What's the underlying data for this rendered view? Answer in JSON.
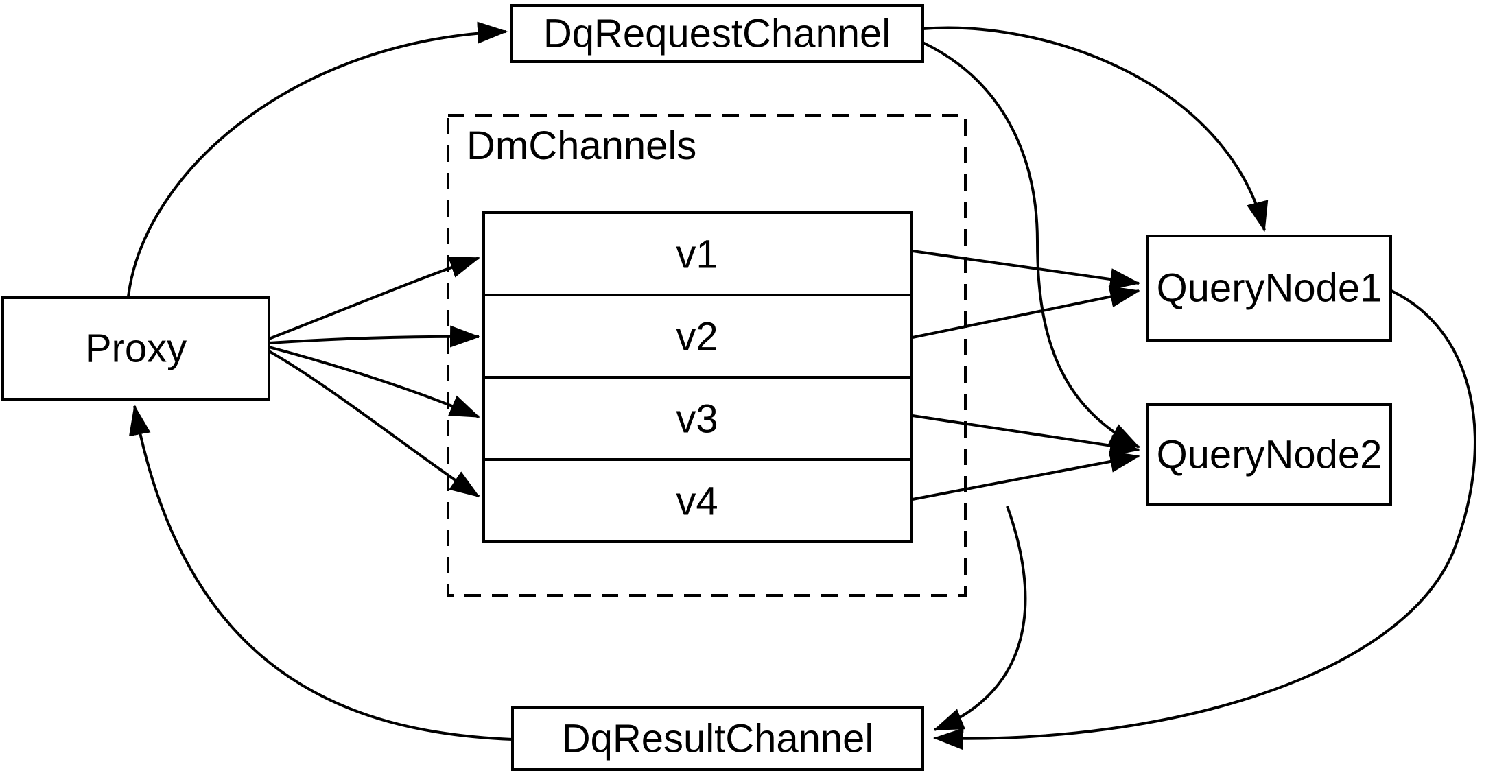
{
  "diagram": {
    "background_color": "#ffffff",
    "stroke_color": "#000000",
    "nodes": {
      "proxy": {
        "label": "Proxy"
      },
      "dq_request_channel": {
        "label": "DqRequestChannel"
      },
      "dm_channels": {
        "label": "DmChannels",
        "channels": [
          {
            "label": "v1"
          },
          {
            "label": "v2"
          },
          {
            "label": "v3"
          },
          {
            "label": "v4"
          }
        ]
      },
      "query_node_1": {
        "label": "QueryNode1"
      },
      "query_node_2": {
        "label": "QueryNode2"
      },
      "dq_result_channel": {
        "label": "DqResultChannel"
      }
    },
    "edges": [
      {
        "from": "Proxy",
        "to": "DqRequestChannel"
      },
      {
        "from": "Proxy",
        "to": "v1"
      },
      {
        "from": "Proxy",
        "to": "v2"
      },
      {
        "from": "Proxy",
        "to": "v3"
      },
      {
        "from": "Proxy",
        "to": "v4"
      },
      {
        "from": "DqRequestChannel",
        "to": "QueryNode1"
      },
      {
        "from": "DqRequestChannel",
        "to": "QueryNode2"
      },
      {
        "from": "v1",
        "to": "QueryNode1"
      },
      {
        "from": "v2",
        "to": "QueryNode1"
      },
      {
        "from": "v3",
        "to": "QueryNode2"
      },
      {
        "from": "v4",
        "to": "QueryNode2"
      },
      {
        "from": "QueryNode1",
        "to": "DqResultChannel"
      },
      {
        "from": "QueryNode2",
        "to": "DqResultChannel"
      },
      {
        "from": "DqResultChannel",
        "to": "Proxy"
      }
    ]
  }
}
